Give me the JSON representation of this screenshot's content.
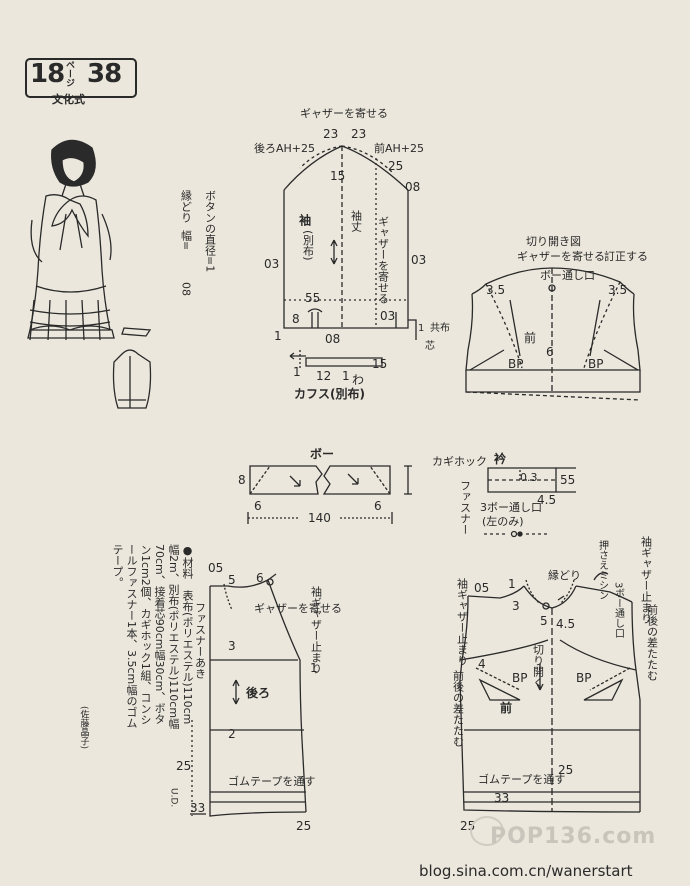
{
  "header": {
    "page_number": "18",
    "page_kana": "ページ",
    "pattern_number": "38",
    "system": "文化式"
  },
  "sleeve": {
    "gather_top": "ギャザーを寄せる",
    "back_ah": "後ろAH+25",
    "front_ah": "前AH+25",
    "left_23": "23",
    "right_23": "23",
    "n25": "25",
    "n08_top": "08",
    "n15": "15",
    "title": "袖",
    "cloth": "(別布)",
    "length": "袖丈",
    "gather_side": "ギャザーを寄せる",
    "n03_left": "03",
    "n03_right": "03",
    "n55": "55",
    "n8": "8",
    "n1_left": "1",
    "n08_bottom": "08",
    "n03_bottom": "03",
    "ichi": "1",
    "cloth_label": "共布",
    "kata": "芯"
  },
  "binding": {
    "text": "縁どり",
    "width_label": "幅=",
    "width_value": "08",
    "button": "ボタンの直径=1"
  },
  "cuff": {
    "n1a": "1",
    "n12": "12",
    "n1b": "1",
    "n15": "15",
    "wa": "わ",
    "label": "カフス(別布)"
  },
  "slash": {
    "title": "切り開き図",
    "gather": "ギャザーを寄せる",
    "correct": "訂正する",
    "bow_pass": "ボー通し口",
    "n35_left": "3.5",
    "n35_right": "3.5",
    "front": "前",
    "n6": "6",
    "bp_left": "BP",
    "bp_right": "BP"
  },
  "bow": {
    "title": "ボー",
    "n8": "8",
    "n6_left": "6",
    "n140": "140",
    "n6_right": "6"
  },
  "collar": {
    "hook": "カギホック",
    "title": "衿",
    "n03": "0.3",
    "n55": "55",
    "fastener": "ファスナー",
    "bow_pass": "3ボー通し口",
    "left_only": "(左のみ)",
    "n45": "4.5"
  },
  "materials": {
    "text": "●材料　表布(ポリエステル)110cm幅2m、別布(ポリエステル)110cm幅70cm、接着芯90cm幅30cm、ボタン1cm2個、カギホック1組、コンシールファスナー1本、3.5cm幅のゴムテープ。",
    "author": "(佐藤晶子)"
  },
  "back": {
    "n05": "05",
    "n5": "5",
    "n6": "6",
    "gather": "ギャザーを寄せる",
    "sleeve_gather": "袖ギャザー止まり",
    "n1": "1",
    "n3": "3",
    "opening": "ファスナーあき",
    "title": "後ろ",
    "n2": "2",
    "n25": "25",
    "elastic": "ゴムテープを通す",
    "mark": "U.D.",
    "n33": "33",
    "n25b": "25"
  },
  "front": {
    "binding": "縁どり",
    "presser": "押さえミシン",
    "sleeve_gather_r": "袖ギャザー止まり",
    "sleeve_gather_l": "袖ギャザー止まり",
    "n05": "05",
    "n1": "1",
    "n3": "3",
    "n5": "5",
    "n45": "4.5",
    "bow_pass": "3ボー通し口",
    "tuck_left": "前後の差たたむ",
    "tuck_right": "前後の差たたむ",
    "n4": "4",
    "slash": "切り開く",
    "bp_left": "BP",
    "bp_right": "BP",
    "title": "前",
    "n25": "25",
    "elastic": "ゴムテープを通す",
    "n33": "33",
    "n25b": "25"
  },
  "watermark": {
    "brand": "POP136.com"
  },
  "footer": {
    "url": "blog.sina.com.cn/wanerstart"
  }
}
